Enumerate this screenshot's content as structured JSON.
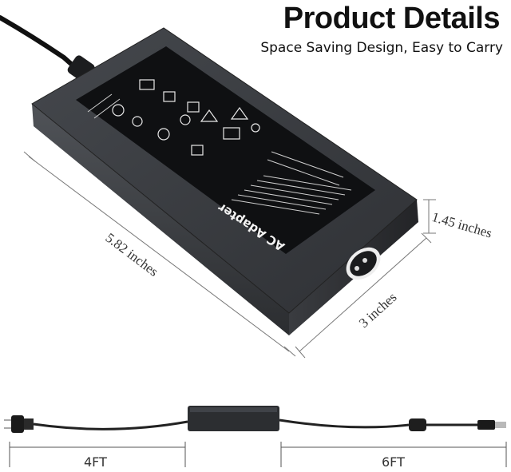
{
  "header": {
    "title": "Product Details",
    "subtitle": "Space Saving Design, Easy to Carry"
  },
  "adapter": {
    "label": "AC Adapter"
  },
  "dimensions": {
    "length": "5.82 inches",
    "width": "3 inches",
    "height": "1.45 inches"
  },
  "cable": {
    "ac_length": "4FT",
    "dc_length": "6FT"
  },
  "colors": {
    "adapter_body": "#3a3d41",
    "adapter_top": "#2e3034",
    "label_panel": "#0f1012",
    "dimension_line": "#777777"
  }
}
